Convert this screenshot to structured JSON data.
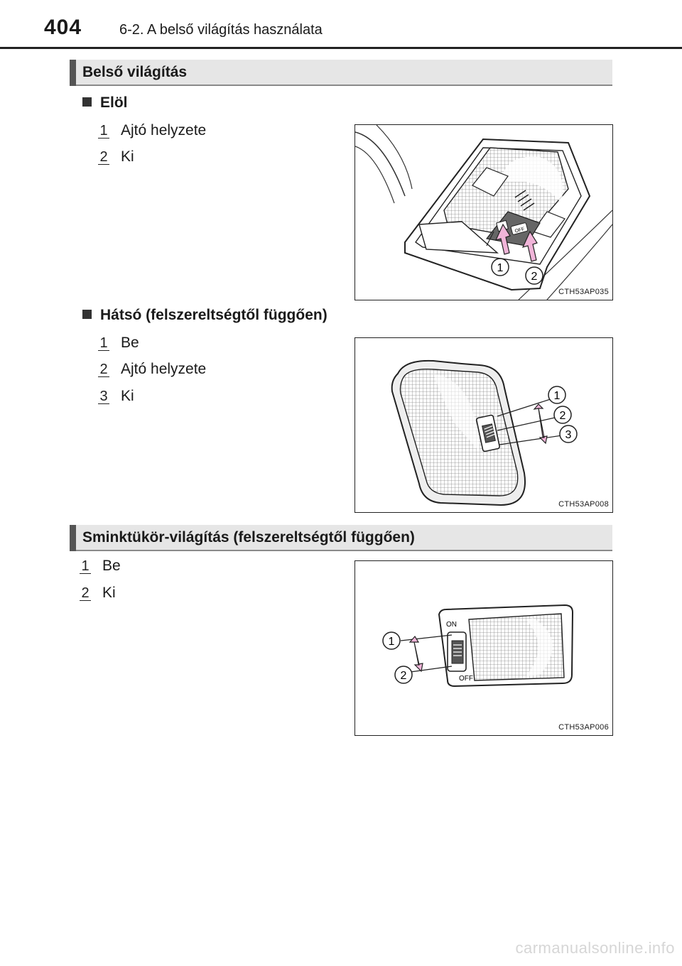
{
  "header": {
    "page_number": "404",
    "chapter": "6-2. A belső világítás használata"
  },
  "section1": {
    "title": "Belső világítás",
    "front": {
      "heading": "Elöl",
      "items": [
        {
          "num": "1",
          "label": "Ajtó helyzete"
        },
        {
          "num": "2",
          "label": "Ki"
        }
      ],
      "figure_code": "CTH53AP035",
      "callouts": [
        "1",
        "2"
      ],
      "switch_glyph": "OFF"
    },
    "rear": {
      "heading": "Hátsó (felszereltségtől függően)",
      "items": [
        {
          "num": "1",
          "label": "Be"
        },
        {
          "num": "2",
          "label": "Ajtó helyzete"
        },
        {
          "num": "3",
          "label": "Ki"
        }
      ],
      "figure_code": "CTH53AP008",
      "callouts": [
        "1",
        "2",
        "3"
      ]
    }
  },
  "section2": {
    "title": "Sminktükör-világítás (felszereltségtől függően)",
    "items": [
      {
        "num": "1",
        "label": "Be"
      },
      {
        "num": "2",
        "label": "Ki"
      }
    ],
    "figure_code": "CTH53AP006",
    "callouts": [
      "1",
      "2"
    ],
    "switch_on": "ON",
    "switch_off": "OFF"
  },
  "footer": {
    "watermark": "carmanualsonline.info"
  },
  "colors": {
    "arrow": "#f0b4d8",
    "header_bg": "#e6e6e6",
    "header_bar": "#555555"
  },
  "icons": {
    "bullet": "black-square-icon"
  }
}
